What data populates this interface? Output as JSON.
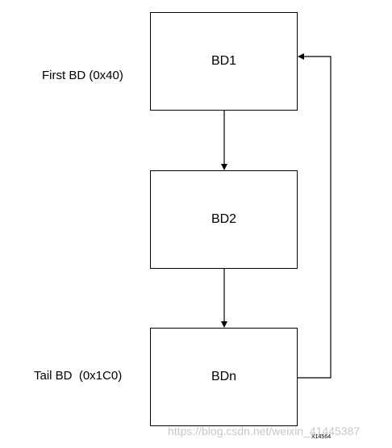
{
  "nodes": {
    "bd1": "BD1",
    "bd2": "BD2",
    "bdn": "BDn"
  },
  "labels": {
    "first": "First BD (0x40)",
    "tail": "Tail BD  (0x1C0)"
  },
  "figure_id": "X14564",
  "watermark": "https://blog.csdn.net/weixin_41445387",
  "colors": {
    "stroke": "#000000",
    "background": "#ffffff"
  }
}
